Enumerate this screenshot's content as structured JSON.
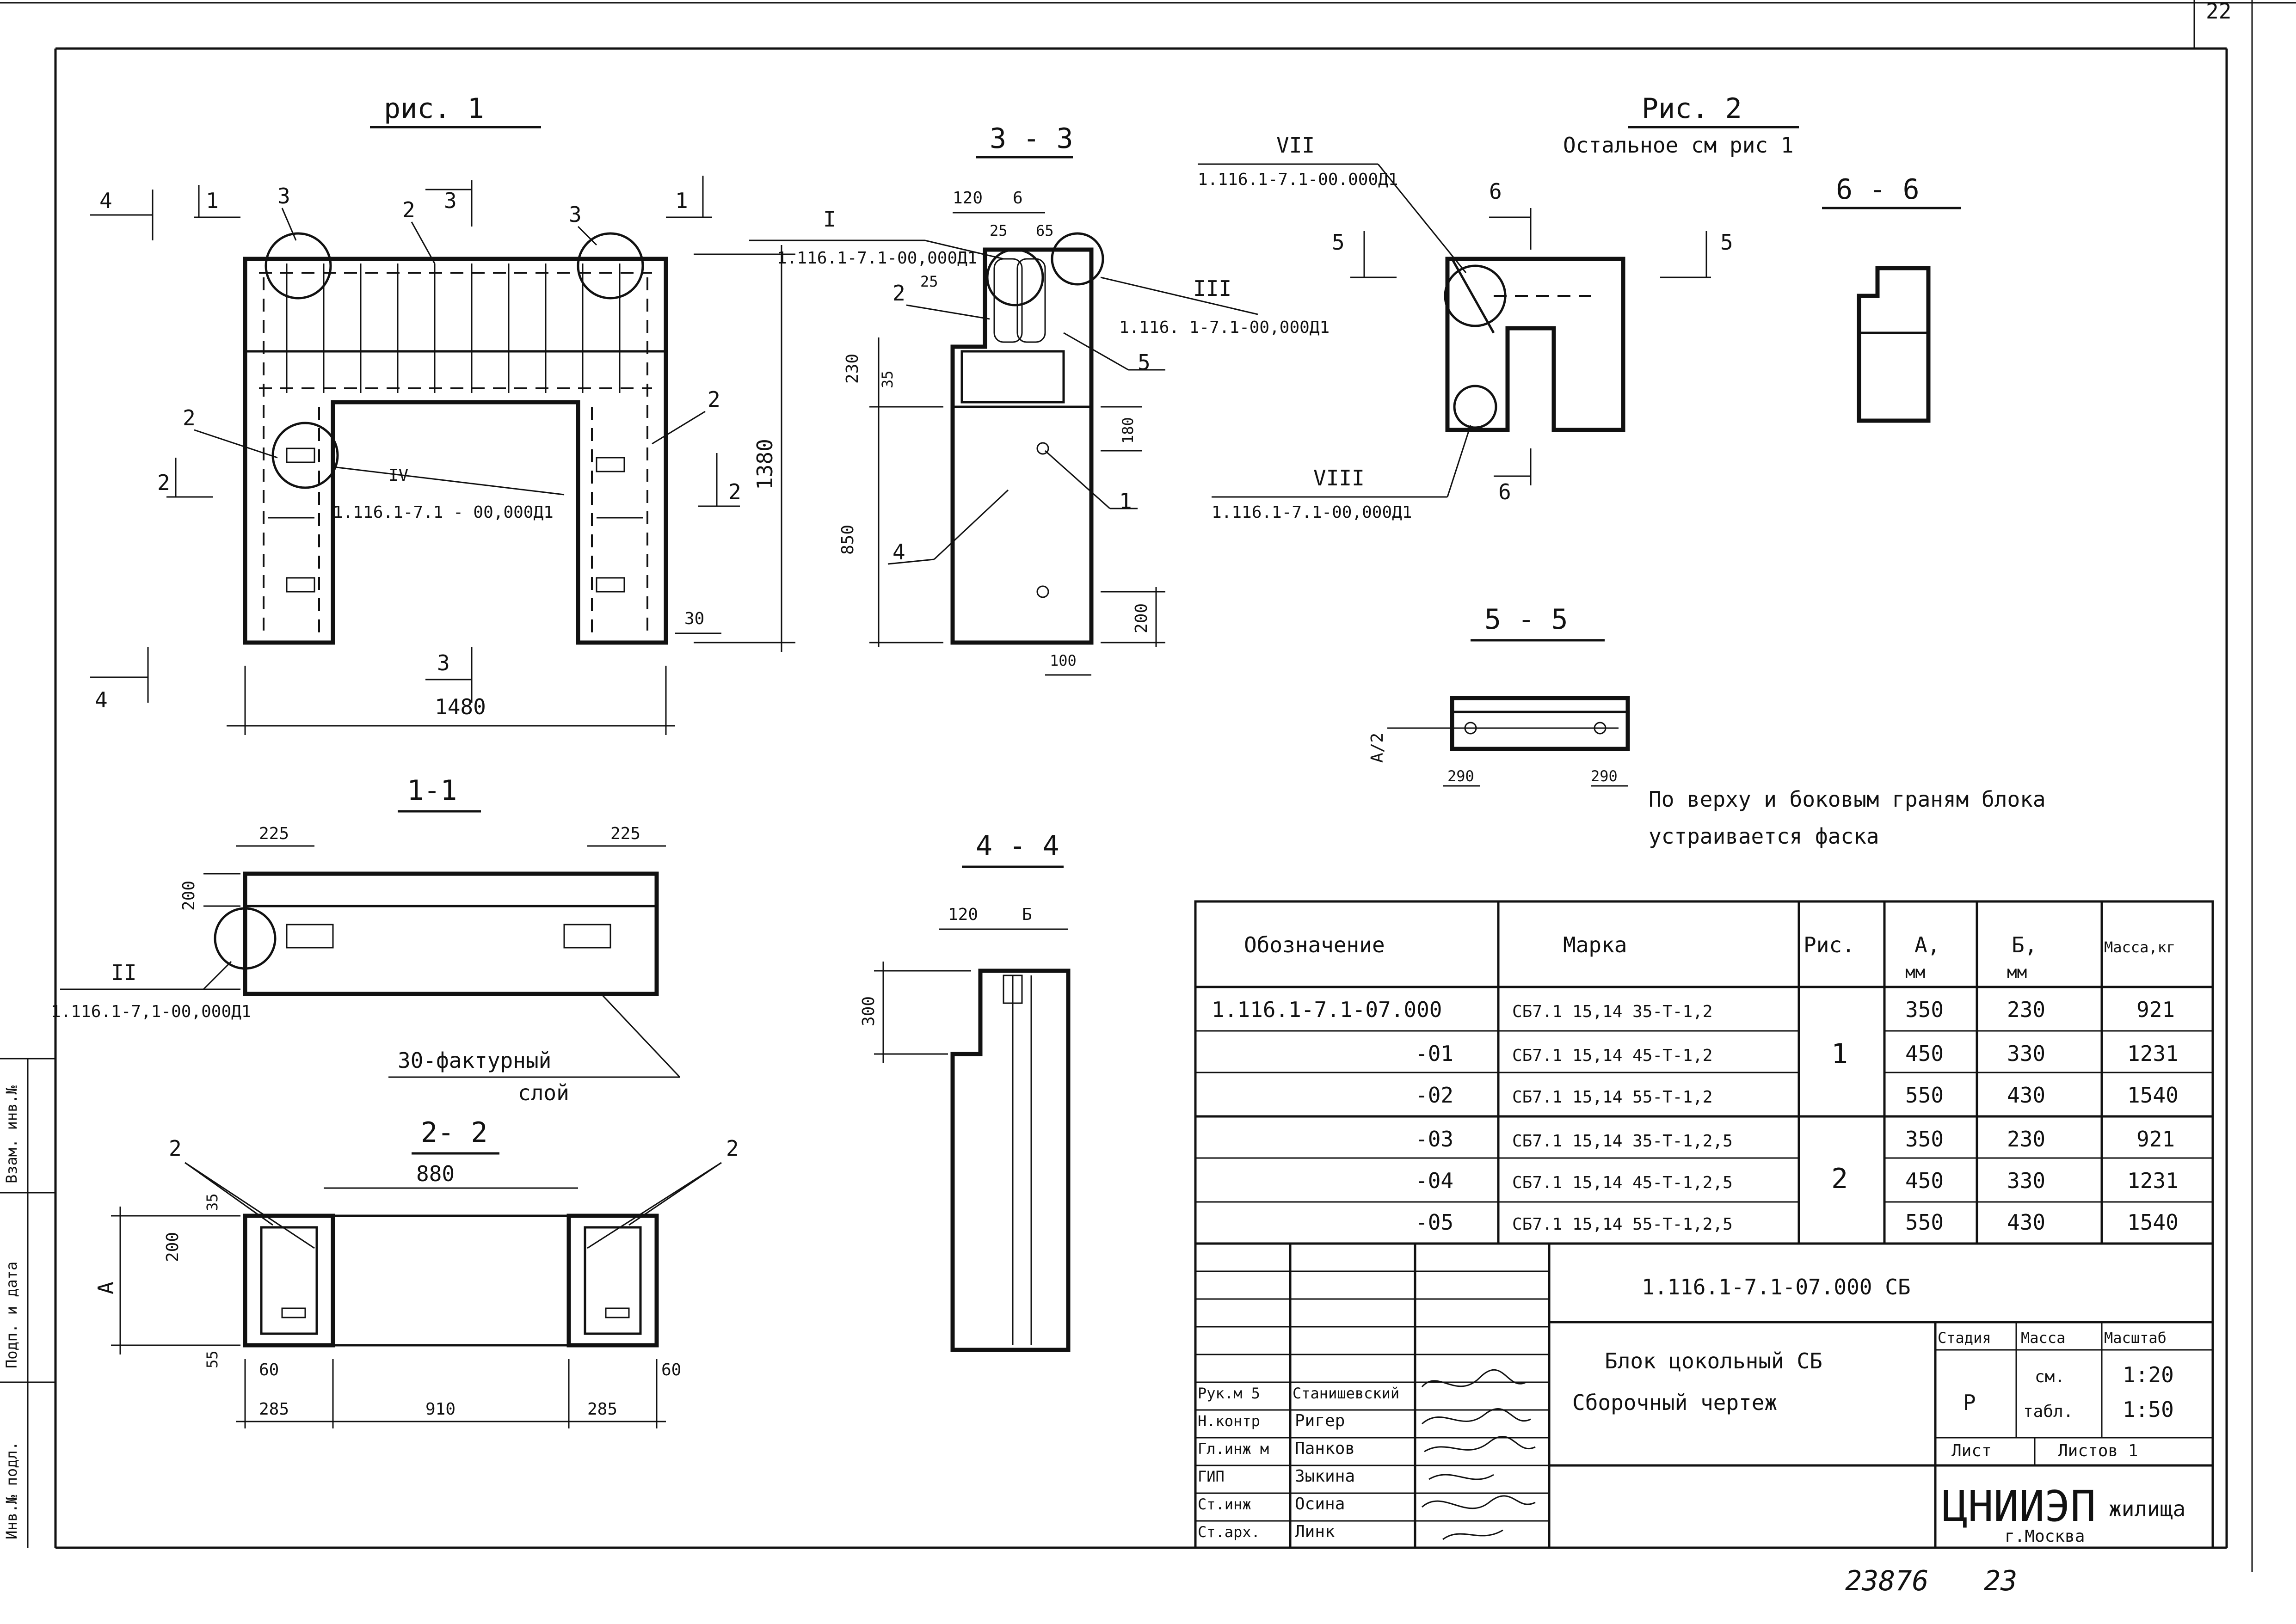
{
  "page": {
    "sheet_corner_number": "22",
    "archive_number": "23876",
    "page_number": "23"
  },
  "left_strip": [
    "Инв.№ подл.",
    "Подп. и дата",
    "Взам. инв.№"
  ],
  "views": {
    "fig1": {
      "title": "рис. 1",
      "width_dim": "1480",
      "height_dim": "1380",
      "dim_30": "30",
      "sec1": "1",
      "sec2": "2",
      "sec3": "3",
      "sec4": "4",
      "pos2": "2",
      "pos3": "3",
      "callout_iv": "IV",
      "ref_iv": "1.116.1-7.1 - 00,000Д1"
    },
    "sec33": {
      "title": "3 - 3",
      "d120": "120",
      "d6": "6",
      "d25": "25",
      "d65": "65",
      "d25b": "25",
      "d230": "230",
      "d35": "35",
      "d180": "180",
      "d850": "850",
      "d200": "200",
      "d100": "100",
      "pos1": "1",
      "pos2": "2",
      "pos4": "4",
      "pos5": "5",
      "callout_i": "I",
      "ref_i": "1.116.1-7.1-00,000Д1",
      "callout_iii": "III",
      "ref_iii": "1.116. 1-7.1-00,000Д1"
    },
    "fig2": {
      "title": "Рис. 2",
      "subtitle": "Остальное см  рис 1",
      "callout_vii": "VII",
      "ref_vii": "1.116.1-7.1-00.000Д1",
      "callout_viii": "VIII",
      "ref_viii": "1.116.1-7.1-00,000Д1",
      "sec5": "5",
      "sec6": "6"
    },
    "sec66": {
      "title": "6 - 6"
    },
    "sec55": {
      "title": "5 - 5",
      "d_a2": "A/2",
      "d290a": "290",
      "d290b": "290"
    },
    "note": {
      "line1": "По верху и боковым граням блока",
      "line2": "устраивается фаска"
    },
    "sec11": {
      "title": "1-1",
      "d225a": "225",
      "d225b": "225",
      "d200": "200",
      "callout_ii": "II",
      "ref_ii": "1.116.1-7,1-00,000Д1",
      "layer_line1": "30-фактурный",
      "layer_line2": "слой"
    },
    "sec44": {
      "title": "4 - 4",
      "d120": "120",
      "d_b": "Б",
      "d300": "300"
    },
    "sec22": {
      "title": "2- 2",
      "d880": "880",
      "d_a": "A",
      "d35": "35",
      "d200": "200",
      "d55": "55",
      "d60a": "60",
      "d60b": "60",
      "d285a": "285",
      "d910": "910",
      "d285b": "285",
      "pos2": "2"
    }
  },
  "spec_table": {
    "headers": {
      "designation": "Обозначение",
      "mark": "Марка",
      "fig": "Рис.",
      "a": "А,",
      "a_unit": "мм",
      "b": "Б,",
      "b_unit": "мм",
      "mass": "Масса,кг"
    },
    "rows": [
      {
        "designation": "1.116.1-7.1-07.000",
        "mark": "СБ7.1 15,14 35-Т-1,2",
        "a": "350",
        "b": "230",
        "mass": "921"
      },
      {
        "designation": "-01",
        "mark": "СБ7.1 15,14 45-Т-1,2",
        "a": "450",
        "b": "330",
        "mass": "1231"
      },
      {
        "designation": "-02",
        "mark": "СБ7.1 15,14 55-Т-1,2",
        "a": "550",
        "b": "430",
        "mass": "1540"
      },
      {
        "designation": "-03",
        "mark": "СБ7.1 15,14 35-Т-1,2,5",
        "a": "350",
        "b": "230",
        "mass": "921"
      },
      {
        "designation": "-04",
        "mark": "СБ7.1 15,14 45-Т-1,2,5",
        "a": "450",
        "b": "330",
        "mass": "1231"
      },
      {
        "designation": "-05",
        "mark": "СБ7.1 15,14 55-Т-1,2,5",
        "a": "550",
        "b": "430",
        "mass": "1540"
      }
    ],
    "fig_group_1": "1",
    "fig_group_2": "2"
  },
  "title_block": {
    "document_code": "1.116.1-7.1-07.000 СБ",
    "title_line1": "Блок цокольный СБ",
    "title_line2": "Сборочный  чертеж",
    "stage_label": "Стадия",
    "mass_label": "Масса",
    "scale_label": "Масштаб",
    "stage": "Р",
    "mass_line1": "см.",
    "mass_line2": "табл.",
    "scale1": "1:20",
    "scale2": "1:50",
    "sheet_label": "Лист",
    "sheets_label": "Листов 1",
    "org_name": "ЦНИИЭП",
    "org_suffix": "жилища",
    "org_city": "г.Москва",
    "people": [
      {
        "role": "Рук.м 5",
        "name": "Станишевский"
      },
      {
        "role": "Н.контр",
        "name": "Ригер"
      },
      {
        "role": "Гл.инж м",
        "name": "Панков"
      },
      {
        "role": "ГИП",
        "name": "Зыкина"
      },
      {
        "role": "Ст.инж",
        "name": "Осина"
      },
      {
        "role": "Ст.арх.",
        "name": "Линк"
      }
    ]
  }
}
